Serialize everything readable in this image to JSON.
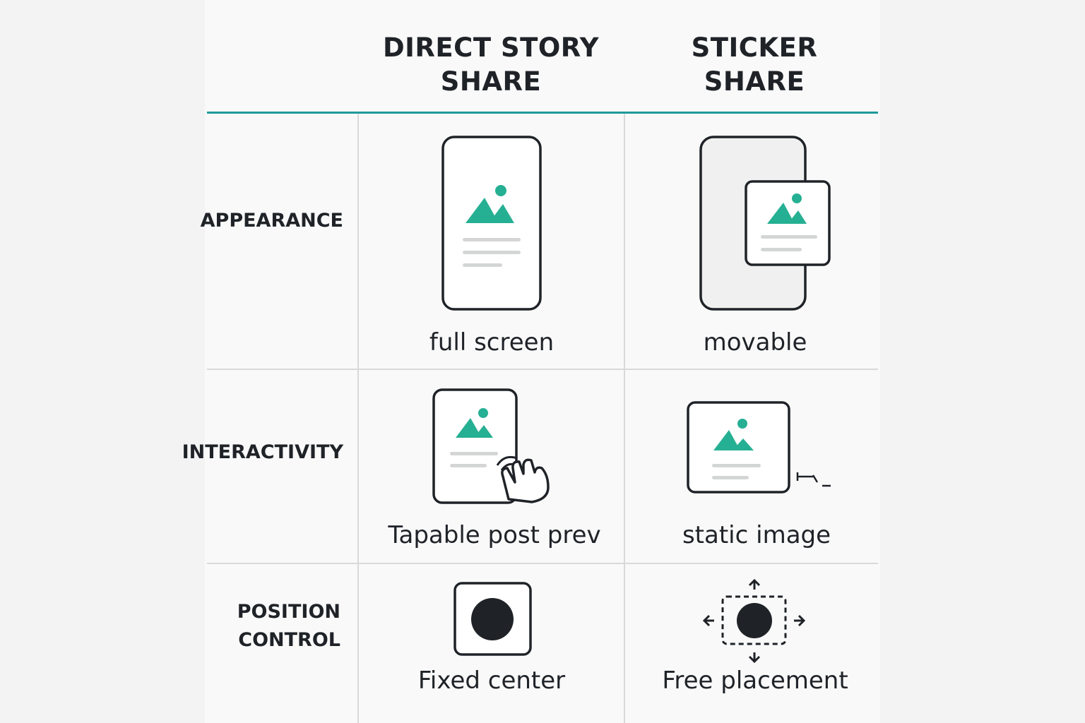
{
  "columns": [
    {
      "title": "DIRECT STORY\nSHARE"
    },
    {
      "title": "STICKER\nSHARE"
    }
  ],
  "rows": [
    {
      "label": "APPEARANCE",
      "direct": "full screen",
      "sticker": "movable"
    },
    {
      "label": "INTERACTIVITY",
      "direct": "Tapable post prev",
      "sticker": "static image"
    },
    {
      "label": "POSITION\nCONTROL",
      "direct": "Fixed center",
      "sticker": "Free placement"
    }
  ],
  "icons": {
    "appearance_direct": "phone-full-screen-post-icon",
    "appearance_sticker": "phone-with-sticker-icon",
    "interactivity_direct": "tap-hand-post-icon",
    "interactivity_sticker": "static-image-card-icon",
    "position_direct": "fixed-center-dot-icon",
    "position_sticker": "free-move-dot-icon"
  },
  "colors": {
    "accent": "#1f9a9b",
    "image_green": "#26b093",
    "ink": "#1f2328"
  }
}
